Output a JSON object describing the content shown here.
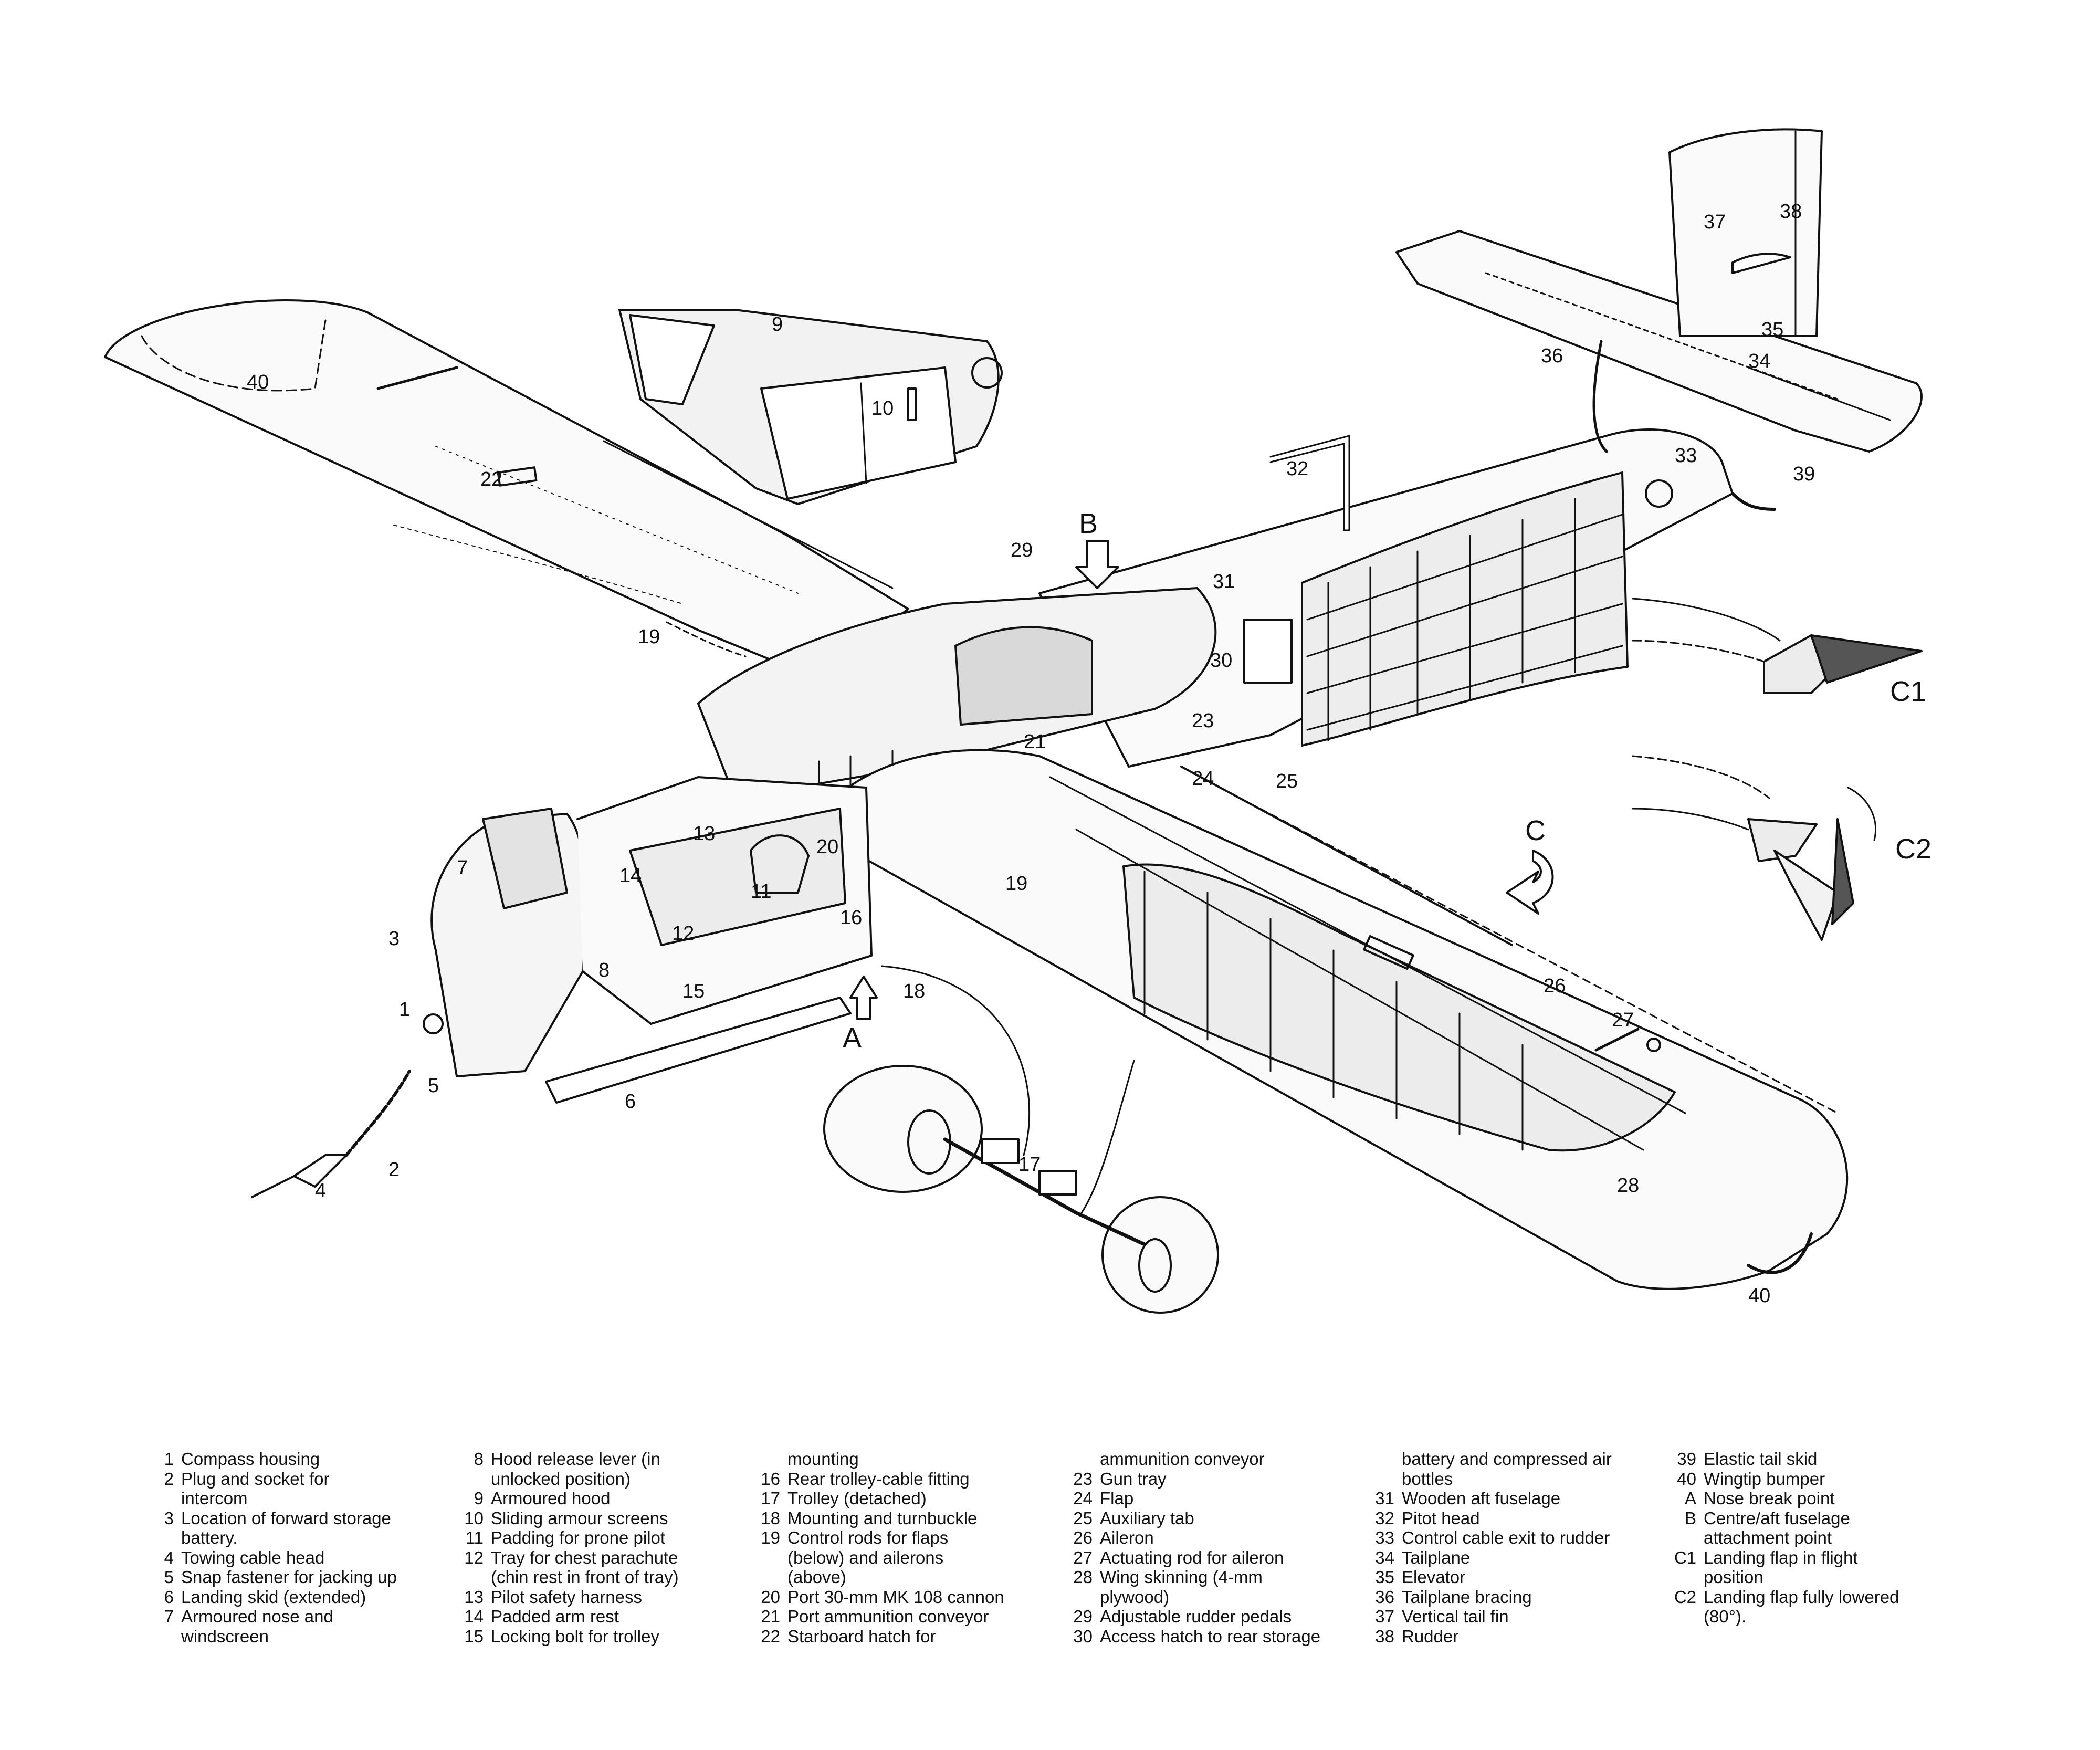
{
  "callouts": {
    "1": "1",
    "2": "2",
    "3": "3",
    "4": "4",
    "5": "5",
    "6": "6",
    "7": "7",
    "8": "8",
    "9": "9",
    "10": "10",
    "11": "11",
    "12": "12",
    "13": "13",
    "14": "14",
    "15": "15",
    "16": "16",
    "17": "17",
    "18": "18",
    "19a": "19",
    "19b": "19",
    "20": "20",
    "21": "21",
    "22": "22",
    "23": "23",
    "24": "24",
    "25": "25",
    "26": "26",
    "27": "27",
    "28": "28",
    "29": "29",
    "30": "30",
    "31": "31",
    "32": "32",
    "33": "33",
    "34": "34",
    "35": "35",
    "36": "36",
    "37": "37",
    "38": "38",
    "39": "39",
    "40a": "40",
    "40b": "40",
    "A": "A",
    "B": "B",
    "C": "C",
    "C1": "C1",
    "C2": "C2"
  },
  "legend": {
    "col1": [
      {
        "num": "1",
        "lines": [
          "Compass housing"
        ]
      },
      {
        "num": "2",
        "lines": [
          "Plug and socket for",
          "intercom"
        ]
      },
      {
        "num": "3",
        "lines": [
          "Location of forward storage",
          "battery."
        ]
      },
      {
        "num": "4",
        "lines": [
          "Towing cable head"
        ]
      },
      {
        "num": "5",
        "lines": [
          "Snap fastener for jacking up"
        ]
      },
      {
        "num": "6",
        "lines": [
          "Landing skid (extended)"
        ]
      },
      {
        "num": "7",
        "lines": [
          "Armoured nose and",
          "windscreen"
        ]
      }
    ],
    "col2": [
      {
        "num": "8",
        "lines": [
          "Hood release lever (in",
          "unlocked position)"
        ]
      },
      {
        "num": "9",
        "lines": [
          "Armoured hood"
        ]
      },
      {
        "num": "10",
        "lines": [
          "Sliding armour screens"
        ]
      },
      {
        "num": "11",
        "lines": [
          "Padding for prone pilot"
        ]
      },
      {
        "num": "12",
        "lines": [
          "Tray for chest parachute",
          "(chin rest in front of tray)"
        ]
      },
      {
        "num": "13",
        "lines": [
          "Pilot safety harness"
        ]
      },
      {
        "num": "14",
        "lines": [
          "Padded arm rest"
        ]
      },
      {
        "num": "15",
        "lines": [
          "Locking bolt for trolley"
        ]
      }
    ],
    "col3": [
      {
        "num": "",
        "lines": [
          "mounting"
        ]
      },
      {
        "num": "16",
        "lines": [
          "Rear trolley-cable fitting"
        ]
      },
      {
        "num": "17",
        "lines": [
          "Trolley (detached)"
        ]
      },
      {
        "num": "18",
        "lines": [
          "Mounting and turnbuckle"
        ]
      },
      {
        "num": "19",
        "lines": [
          "Control rods for flaps",
          "(below) and ailerons",
          "(above)"
        ]
      },
      {
        "num": "20",
        "lines": [
          "Port 30-mm MK 108 cannon"
        ]
      },
      {
        "num": "21",
        "lines": [
          "Port ammunition conveyor"
        ]
      },
      {
        "num": "22",
        "lines": [
          "Starboard hatch for"
        ]
      }
    ],
    "col4": [
      {
        "num": "",
        "lines": [
          "ammunition conveyor"
        ]
      },
      {
        "num": "23",
        "lines": [
          "Gun tray"
        ]
      },
      {
        "num": "24",
        "lines": [
          "Flap"
        ]
      },
      {
        "num": "25",
        "lines": [
          "Auxiliary tab"
        ]
      },
      {
        "num": "26",
        "lines": [
          "Aileron"
        ]
      },
      {
        "num": "27",
        "lines": [
          "Actuating rod for aileron"
        ]
      },
      {
        "num": "28",
        "lines": [
          "Wing skinning (4-mm",
          "plywood)"
        ]
      },
      {
        "num": "29",
        "lines": [
          "Adjustable rudder pedals"
        ]
      },
      {
        "num": "30",
        "lines": [
          "Access hatch to rear storage"
        ]
      }
    ],
    "col5": [
      {
        "num": "",
        "lines": [
          "battery and compressed air",
          "bottles"
        ]
      },
      {
        "num": "31",
        "lines": [
          "Wooden aft fuselage"
        ]
      },
      {
        "num": "32",
        "lines": [
          "Pitot head"
        ]
      },
      {
        "num": "33",
        "lines": [
          "Control cable exit to rudder"
        ]
      },
      {
        "num": "34",
        "lines": [
          "Tailplane"
        ]
      },
      {
        "num": "35",
        "lines": [
          "Elevator"
        ]
      },
      {
        "num": "36",
        "lines": [
          "Tailplane bracing"
        ]
      },
      {
        "num": "37",
        "lines": [
          "Vertical tail fin"
        ]
      },
      {
        "num": "38",
        "lines": [
          "Rudder"
        ]
      }
    ],
    "col6": [
      {
        "num": "39",
        "lines": [
          "Elastic tail skid"
        ]
      },
      {
        "num": "40",
        "lines": [
          "Wingtip bumper"
        ]
      },
      {
        "num": "A",
        "lines": [
          "Nose break point"
        ]
      },
      {
        "num": "B",
        "lines": [
          "Centre/aft fuselage",
          "attachment point"
        ]
      },
      {
        "num": "C1",
        "lines": [
          "Landing flap in flight",
          "position"
        ]
      },
      {
        "num": "C2",
        "lines": [
          "Landing flap fully lowered",
          "(80°)."
        ]
      }
    ]
  }
}
